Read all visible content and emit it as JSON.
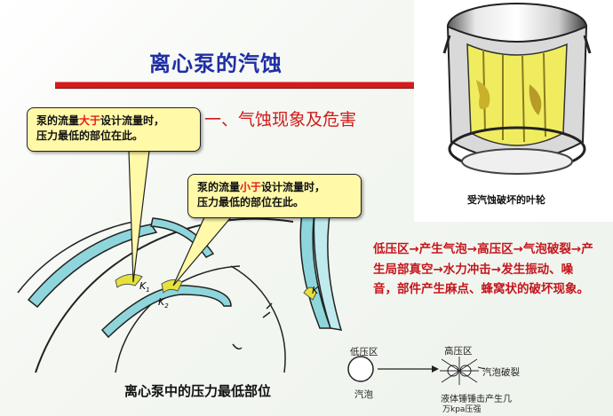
{
  "title": "离心泵的汽蚀",
  "subtitle": "一、气蚀现象及危害",
  "callout_large": {
    "pre": "泵的流量",
    "highlight": "大于",
    "post": "设计流量时，",
    "line2": "压力最低的部位在此。"
  },
  "callout_small": {
    "pre": "泵的流量",
    "highlight": "小于",
    "post": "设计流量时，",
    "line2": "压力最低的部位在此。"
  },
  "impeller_caption": "受汽蚀破坏的叶轮",
  "process_text": "低压区→产生气泡→高压区→气泡破裂→产生局部真空→水力冲击→发生振动、噪音，部件产生麻点、蜂窝状的破坏现象。",
  "diagram_caption": "离心泵中的压力最低部位",
  "bubble_diagram": {
    "low_zone": "低压区",
    "high_zone": "高压区",
    "bubble": "汽泡",
    "burst": "汽泡破裂",
    "liquid_line1": "液体锤锤击产生几",
    "liquid_line2": "万kpa压强"
  },
  "markers": {
    "k1": "K",
    "k1_sub": "1",
    "k2": "K",
    "k2_sub": "2",
    "k": "K"
  },
  "colors": {
    "title": "#1f2fa3",
    "rule": "#d21d1d",
    "accent_red": "#d11b1b",
    "callout_bg": "#fff9a8",
    "blade": "#7ecfd6",
    "corrosion": "#e6e23c"
  }
}
